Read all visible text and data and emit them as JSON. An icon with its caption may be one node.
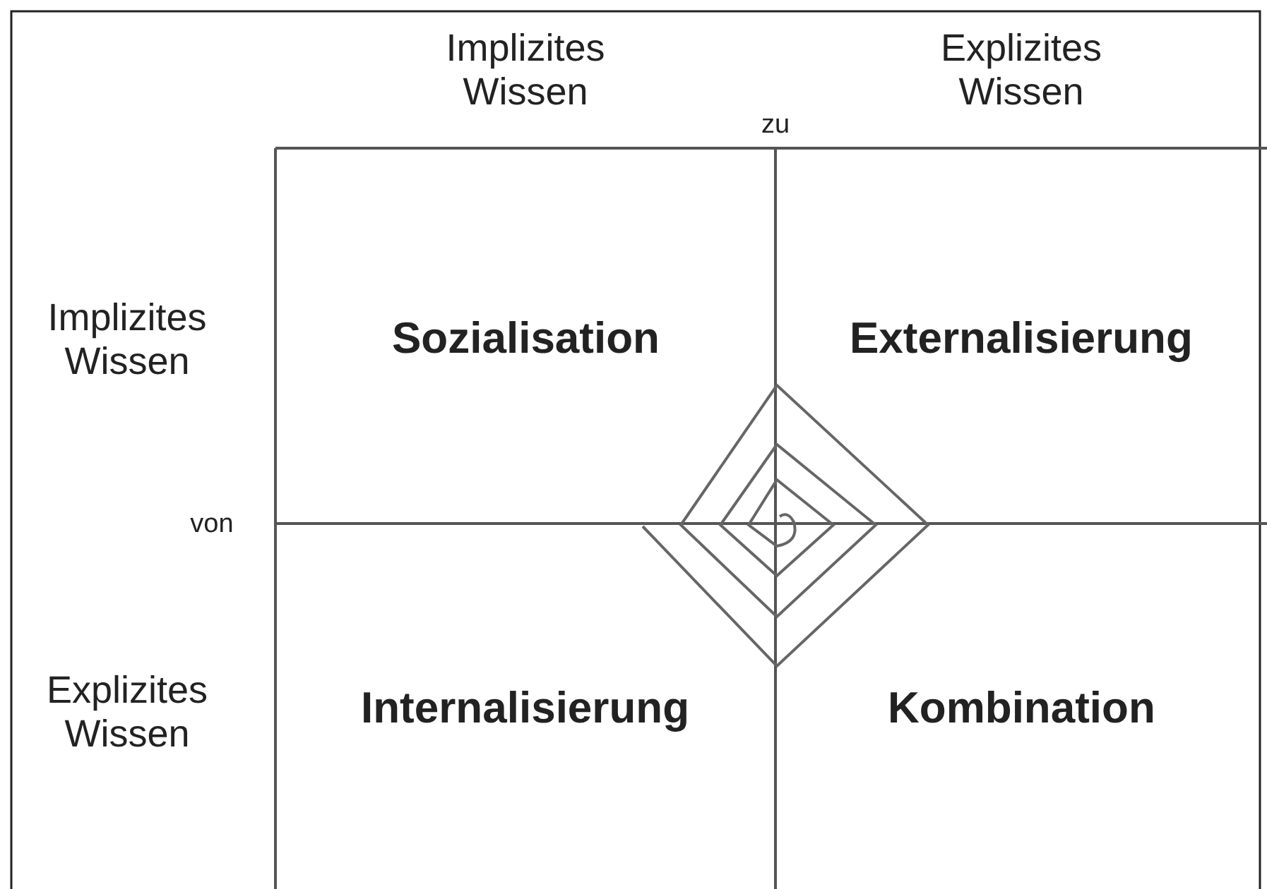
{
  "diagram": {
    "nodes": [
      {
        "text": [
          "Sozialisation"
        ]
      },
      {
        "text": [
          "Externalisierung"
        ]
      },
      {
        "text": [
          "Internalisierung"
        ]
      },
      {
        "text": [
          "Kombination"
        ]
      }
    ],
    "edges": [],
    "labels": [
      "Implizites Wissen",
      "Explizites Wissen",
      "zu",
      "Implizites Wissen",
      "von",
      "Explizites Wissen"
    ]
  }
}
